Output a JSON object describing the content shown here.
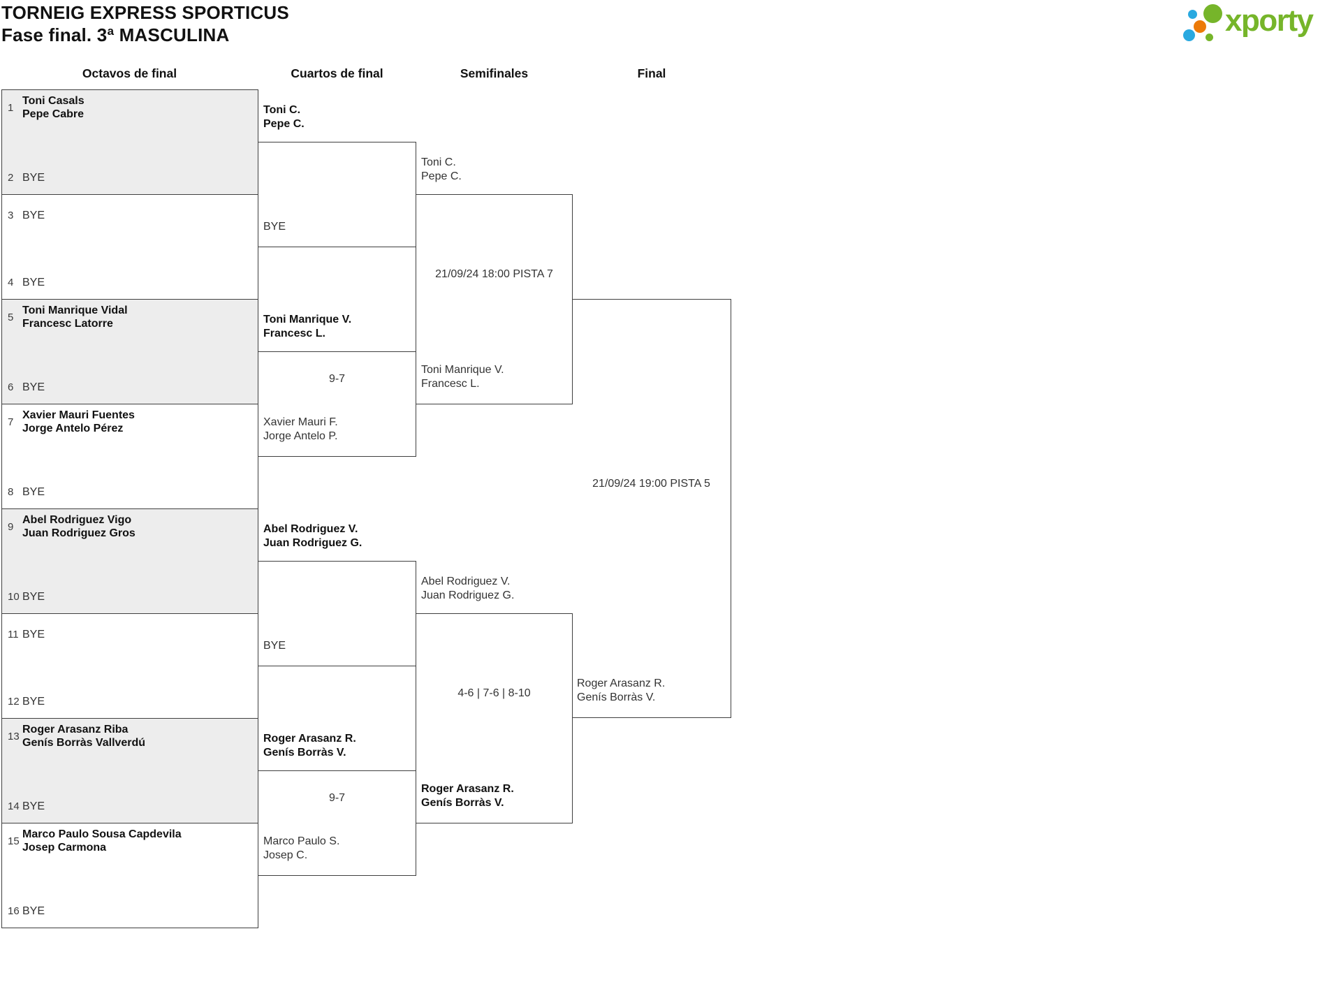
{
  "header": {
    "title": "TORNEIG EXPRESS SPORTICUS",
    "subtitle": "Fase final. 3ª MASCULINA"
  },
  "logo": {
    "text": "xporty",
    "colors": {
      "green": "#76b52a",
      "blue": "#29a9e0",
      "orange": "#ec7a08"
    }
  },
  "round_headers": [
    "Octavos de final",
    "Cuartos de final",
    "Semifinales",
    "Final"
  ],
  "octavos": {
    "slots": [
      {
        "number": "1",
        "line1": "Toni Casals",
        "line2": "Pepe Cabre"
      },
      {
        "number": "2",
        "line1": "BYE"
      },
      {
        "number": "3",
        "line1": "BYE"
      },
      {
        "number": "4",
        "line1": "BYE"
      },
      {
        "number": "5",
        "line1": "Toni Manrique Vidal",
        "line2": "Francesc Latorre"
      },
      {
        "number": "6",
        "line1": "BYE"
      },
      {
        "number": "7",
        "line1": "Xavier Mauri Fuentes",
        "line2": "Jorge Antelo Pérez"
      },
      {
        "number": "8",
        "line1": "BYE"
      },
      {
        "number": "9",
        "line1": "Abel Rodriguez Vigo",
        "line2": "Juan Rodriguez Gros"
      },
      {
        "number": "10",
        "line1": "BYE"
      },
      {
        "number": "11",
        "line1": "BYE"
      },
      {
        "number": "12",
        "line1": "BYE"
      },
      {
        "number": "13",
        "line1": "Roger Arasanz Riba",
        "line2": "Genís Borràs Vallverdú"
      },
      {
        "number": "14",
        "line1": "BYE"
      },
      {
        "number": "15",
        "line1": "Marco Paulo Sousa Capdevila",
        "line2": "Josep Carmona"
      },
      {
        "number": "16",
        "line1": "BYE"
      }
    ]
  },
  "cuartos": {
    "matches": [
      {
        "top": {
          "line1": "Toni C.",
          "line2": "Pepe C.",
          "winner": true
        },
        "bottom": {
          "line1": "BYE"
        },
        "score": ""
      },
      {
        "top": {
          "line1": "Toni Manrique V.",
          "line2": "Francesc L.",
          "winner": true
        },
        "bottom": {
          "line1": "Xavier Mauri F.",
          "line2": "Jorge Antelo P."
        },
        "score": "9-7"
      },
      {
        "top": {
          "line1": "Abel Rodriguez V.",
          "line2": "Juan Rodriguez G.",
          "winner": true
        },
        "bottom": {
          "line1": "BYE"
        },
        "score": ""
      },
      {
        "top": {
          "line1": "Roger Arasanz R.",
          "line2": "Genís Borràs V.",
          "winner": true
        },
        "bottom": {
          "line1": "Marco Paulo S.",
          "line2": "Josep C."
        },
        "score": "9-7"
      }
    ]
  },
  "semifinales": {
    "matches": [
      {
        "top": {
          "line1": "Toni C.",
          "line2": "Pepe C."
        },
        "bottom": {
          "line1": "Toni Manrique V.",
          "line2": "Francesc L."
        },
        "schedule": "21/09/24 18:00 PISTA 7"
      },
      {
        "top": {
          "line1": "Abel Rodriguez V.",
          "line2": "Juan Rodriguez G."
        },
        "bottom": {
          "line1": "Roger Arasanz R.",
          "line2": "Genís Borràs V.",
          "winner": true
        },
        "score": "4-6 | 7-6 | 8-10"
      }
    ]
  },
  "final": {
    "bottom": {
      "line1": "Roger Arasanz R.",
      "line2": "Genís Borràs V."
    },
    "schedule": "21/09/24 19:00 PISTA 5"
  }
}
